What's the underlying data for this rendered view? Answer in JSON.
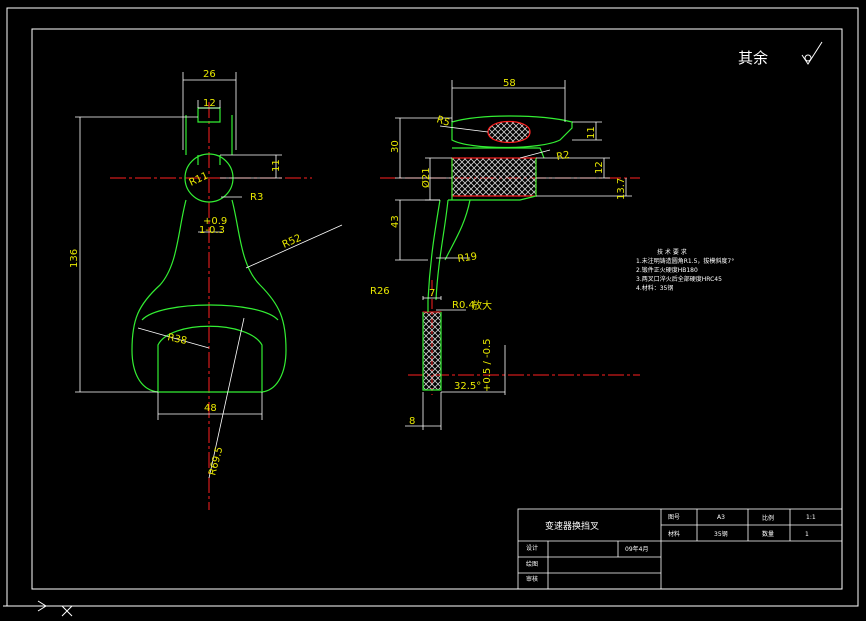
{
  "surface_roughness": {
    "label": "其余"
  },
  "left_view": {
    "dims": {
      "width_top": "26",
      "slot_width": "12",
      "height": "136",
      "slot_depth": "11",
      "radius_hole": "R11",
      "radius_small": "R3",
      "tolerance_plus": "+0.9",
      "tolerance_minus": "1-0.3",
      "radius_arc": "R52",
      "radius_fork": "R38",
      "fork_width": "48",
      "radius_large": "R69.5"
    }
  },
  "right_view": {
    "dims": {
      "width_top": "58",
      "radius_top": "R5",
      "height_upper": "30",
      "radius_right": "R2",
      "height_right_top": "11",
      "height_right_mid": "12",
      "height_right_low": "13.7",
      "diameter": "Ø21",
      "height_mid": "43",
      "radius_mid": "R19",
      "radius_left": "R26",
      "thickness": "7",
      "radius_tip": "R0.4",
      "note_enlarged": "放大",
      "tip_dim": "32.5°",
      "tip_tol": "+0.5 / -0.5",
      "base_width": "8"
    }
  },
  "tech_requirements": {
    "title": "技 术 要 求",
    "items": [
      "1.未注明铸造圆角R1.5，拔模斜度7°",
      "2.锻件正火硬度HB180",
      "3.两叉口淬火后全部硬度HRC45",
      "4.材料：35钢"
    ]
  },
  "title_block": {
    "part_name": "变速器换挡叉",
    "drawing_no_label": "图号",
    "drawing_no_value": "A3",
    "scale_label": "比例",
    "scale_value": "1:1",
    "material_label": "材料",
    "material_value": "35钢",
    "quantity_label": "数量",
    "quantity_value": "1",
    "design_label": "设计",
    "date": "09年4月",
    "draw_label": "绘图",
    "check_label": "审核"
  }
}
